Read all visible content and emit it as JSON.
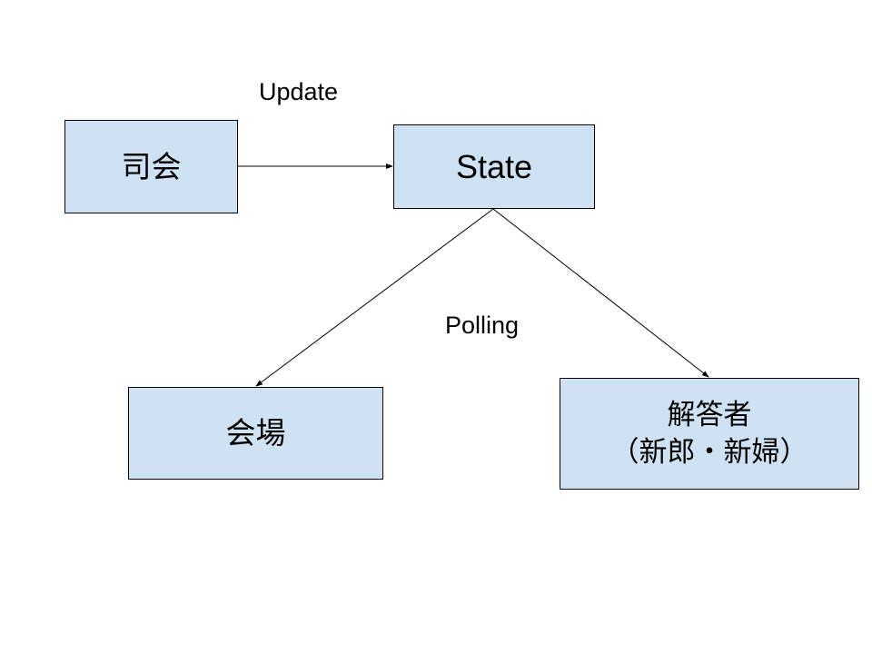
{
  "nodes": {
    "host": {
      "label": "司会"
    },
    "state": {
      "label": "State"
    },
    "venue": {
      "label": "会場"
    },
    "answerer": {
      "line1": "解答者",
      "line2": "（新郎・新婦）"
    }
  },
  "edges": {
    "update": {
      "label": "Update"
    },
    "polling": {
      "label": "Polling"
    }
  },
  "colors": {
    "node_fill": "#cfe2f3",
    "stroke": "#000000"
  }
}
